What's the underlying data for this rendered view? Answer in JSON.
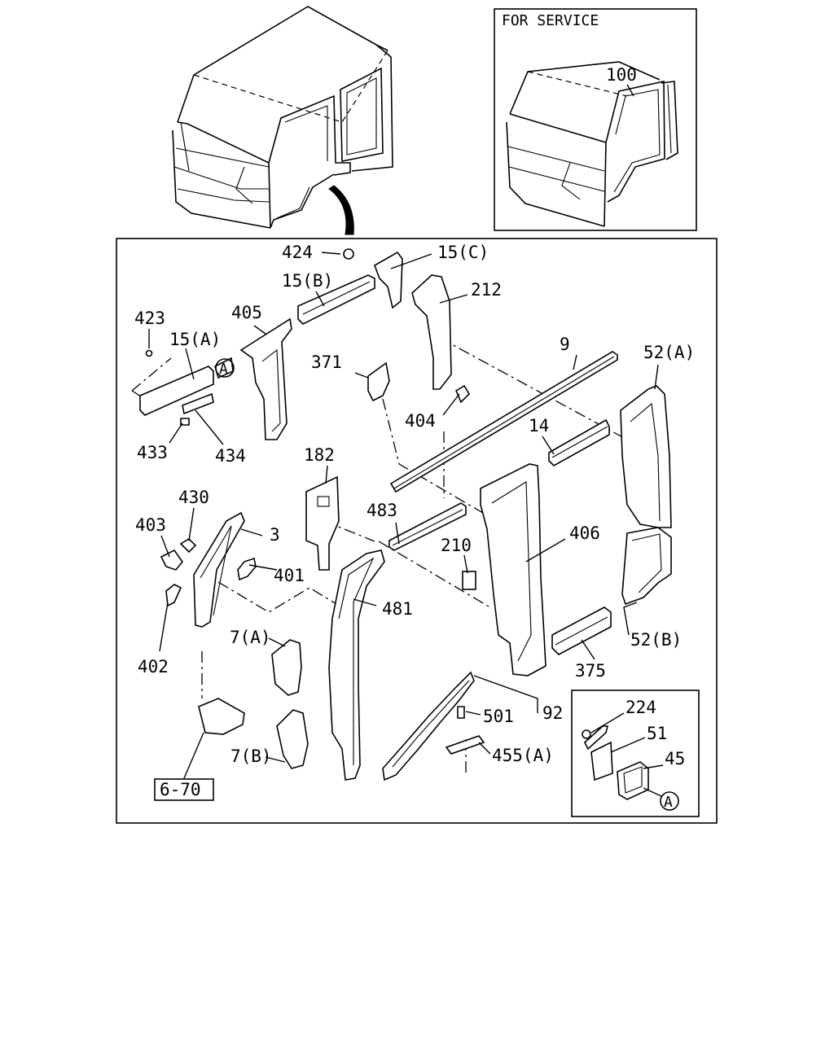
{
  "for_service_label": "FOR SERVICE",
  "callouts": {
    "p100": "100",
    "p424": "424",
    "p15c": "15(C)",
    "p15b": "15(B)",
    "p212": "212",
    "p423": "423",
    "p405": "405",
    "p15a": "15(A)",
    "p9": "9",
    "p52a": "52(A)",
    "p371": "371",
    "p404": "404",
    "p14": "14",
    "p433": "433",
    "p434": "434",
    "p182": "182",
    "p430": "430",
    "p403": "403",
    "p3": "3",
    "p483": "483",
    "p406": "406",
    "p210": "210",
    "p401": "401",
    "p481": "481",
    "p52b": "52(B)",
    "p7a": "7(A)",
    "p402": "402",
    "p375": "375",
    "p224": "224",
    "p501": "501",
    "p92": "92",
    "p51": "51",
    "p45": "45",
    "p7b": "7(B)",
    "p455a": "455(A)",
    "ref670": "6-70",
    "markA1": "A",
    "markA2": "A"
  }
}
